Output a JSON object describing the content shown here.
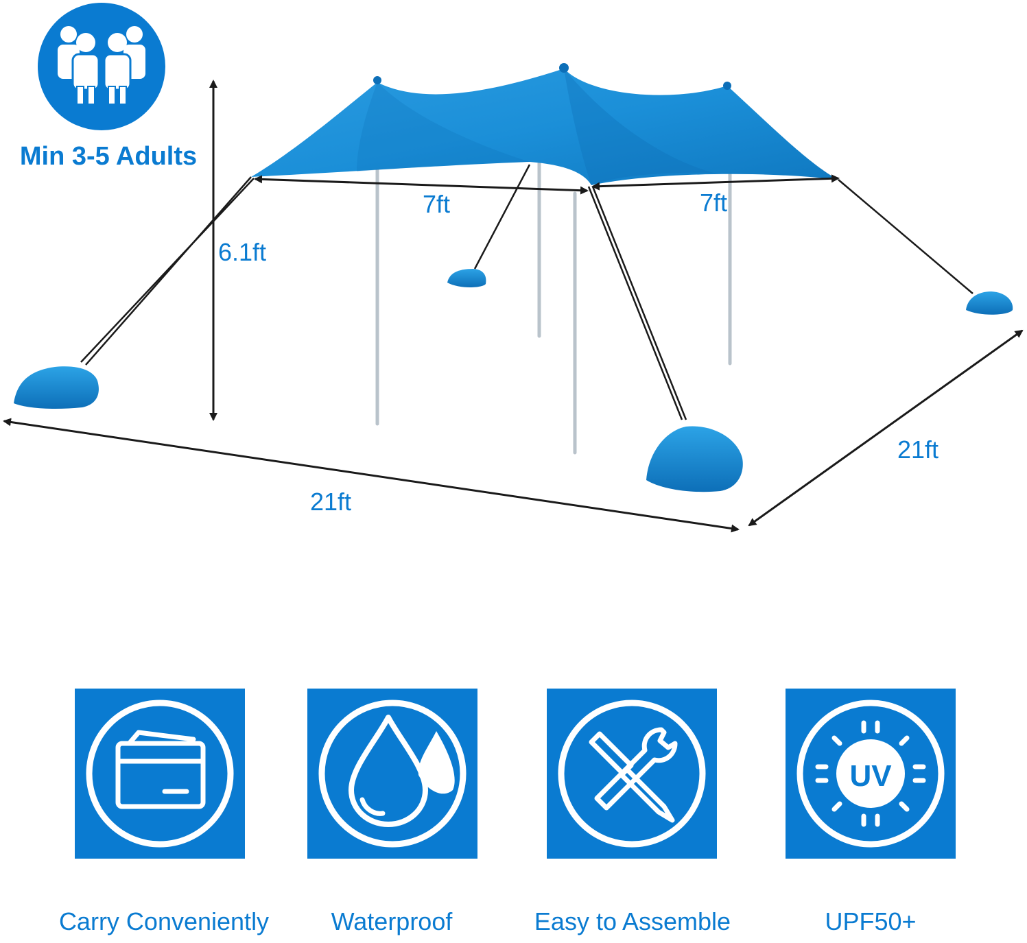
{
  "capacity": {
    "label": "Min 3-5 Adults"
  },
  "dimensions": {
    "height": "6.1ft",
    "span_left": "7ft",
    "span_right": "7ft",
    "length_front": "21ft",
    "length_side": "21ft"
  },
  "features": [
    {
      "label": "Carry Conveniently",
      "icon": "wallet-icon"
    },
    {
      "label": "Waterproof",
      "icon": "water-drop-icon"
    },
    {
      "label": "Easy to Assemble",
      "icon": "tools-icon"
    },
    {
      "label": "UPF50+",
      "icon": "uv-sun-icon",
      "icon_text": "UV"
    }
  ],
  "colors": {
    "brand_blue": "#0a7bd1",
    "canopy_blue": "#1b8fd8",
    "canopy_shadow": "#0d6fb8",
    "pole_gray": "#b9c3cb",
    "line_black": "#1a1a1a"
  }
}
